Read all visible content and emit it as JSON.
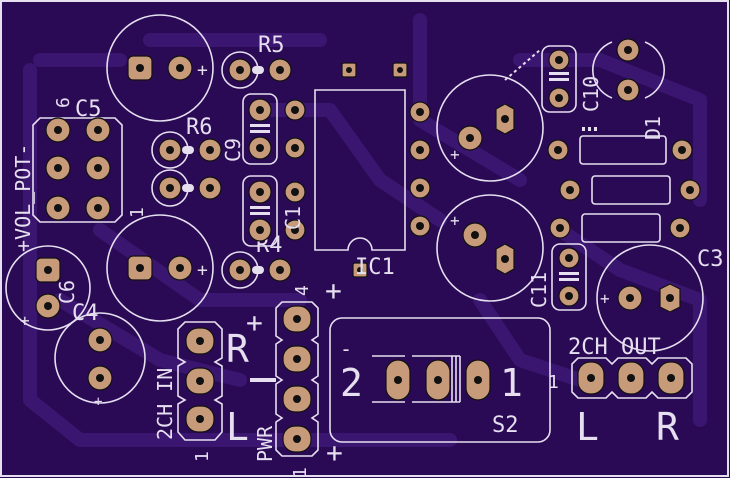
{
  "board": {
    "background": "#2a0a55",
    "silk_color": "#e6dff0",
    "pad_color": "#c79b7a"
  },
  "labels": {
    "r5": "R5",
    "r6": "R6",
    "r4": "R4",
    "c5": "C5",
    "c4": "C4",
    "c6": "C6",
    "c9": "C9",
    "c10": "C10",
    "c11": "C11",
    "c3": "C3",
    "c1_lbl": "C1",
    "ic1": "IC1",
    "s2": "S2",
    "d1": "D1",
    "vol_pot": "+VOL_POT-",
    "ch2_in": "2CH IN",
    "ch2_out": "2CH OUT",
    "pwr": "PWR",
    "r_in": "R",
    "l_in": "L",
    "r_out": "R",
    "l_out": "L",
    "pin6": "6",
    "pin1_vol": "1",
    "pin1_in": "1",
    "pin1_out": "1",
    "pin4": "4",
    "pin1_pwr": "1",
    "sw2": "2",
    "sw1": "1",
    "plus": "+",
    "minus": "-",
    "dash": "-",
    "plus_bottom": "+"
  }
}
